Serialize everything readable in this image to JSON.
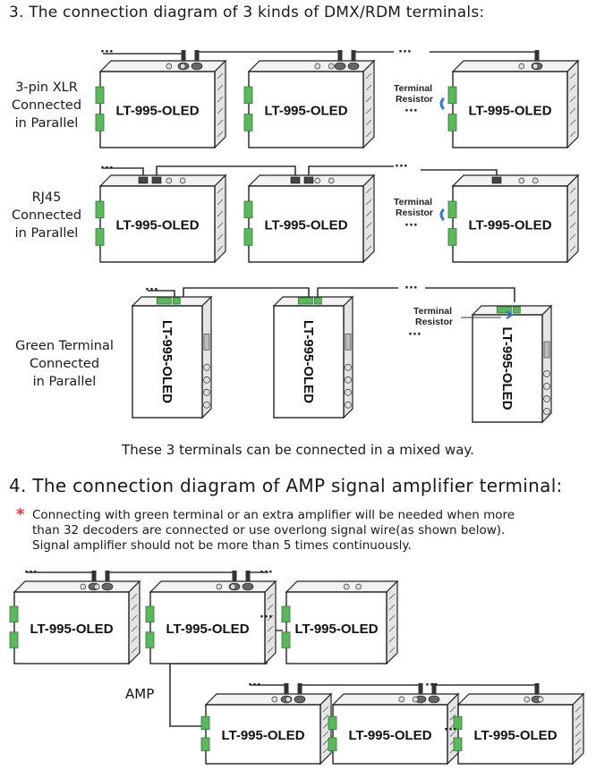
{
  "section3": {
    "heading": "3. The connection diagram of 3 kinds of DMX/RDM terminals:",
    "rows": [
      {
        "label_lines": [
          "3-pin XLR",
          "Connected",
          "in Parallel"
        ]
      },
      {
        "label_lines": [
          "RJ45",
          "Connected",
          "in Parallel"
        ]
      },
      {
        "label_lines": [
          "Green Terminal",
          "Connected",
          "in Parallel"
        ]
      }
    ],
    "mixed_note": "These 3 terminals can be connected in a mixed way.",
    "terminal_resistor": [
      "Terminal",
      "Resistor"
    ]
  },
  "section4": {
    "heading": "4. The connection diagram of AMP signal amplifier terminal:",
    "note_lines": [
      "Connecting with green terminal or an extra amplifier will be needed when more",
      "than 32 decoders are connected or use overlong signal wire(as shown below).",
      "Signal amplifier should not be more than 5 times continuously."
    ],
    "amp_label": "AMP"
  },
  "device_label": "LT-995-OLED",
  "ellipsis": "···",
  "colors": {
    "outline": "#222222",
    "terminal_green": "#5cb85c",
    "resistor_blue": "#2b7bd4",
    "cable": "#333333",
    "star": "#e8323a"
  }
}
